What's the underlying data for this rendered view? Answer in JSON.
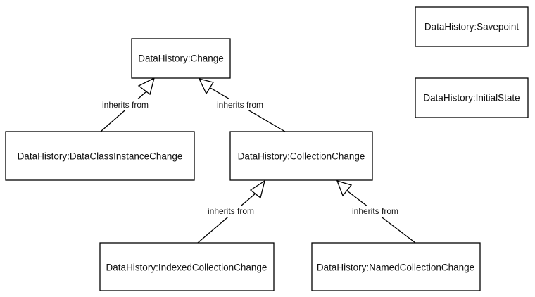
{
  "boxes": {
    "change": "DataHistory:Change",
    "savepoint": "DataHistory:Savepoint",
    "initial_state": "DataHistory:InitialState",
    "data_class_instance_change": "DataHistory:DataClassInstanceChange",
    "collection_change": "DataHistory:CollectionChange",
    "indexed_collection_change": "DataHistory:IndexedCollectionChange",
    "named_collection_change": "DataHistory:NamedCollectionChange"
  },
  "relations": {
    "data_class_instance_to_change": "inherits from",
    "collection_to_change": "inherits from",
    "indexed_to_collection": "inherits from",
    "named_to_collection": "inherits from"
  }
}
